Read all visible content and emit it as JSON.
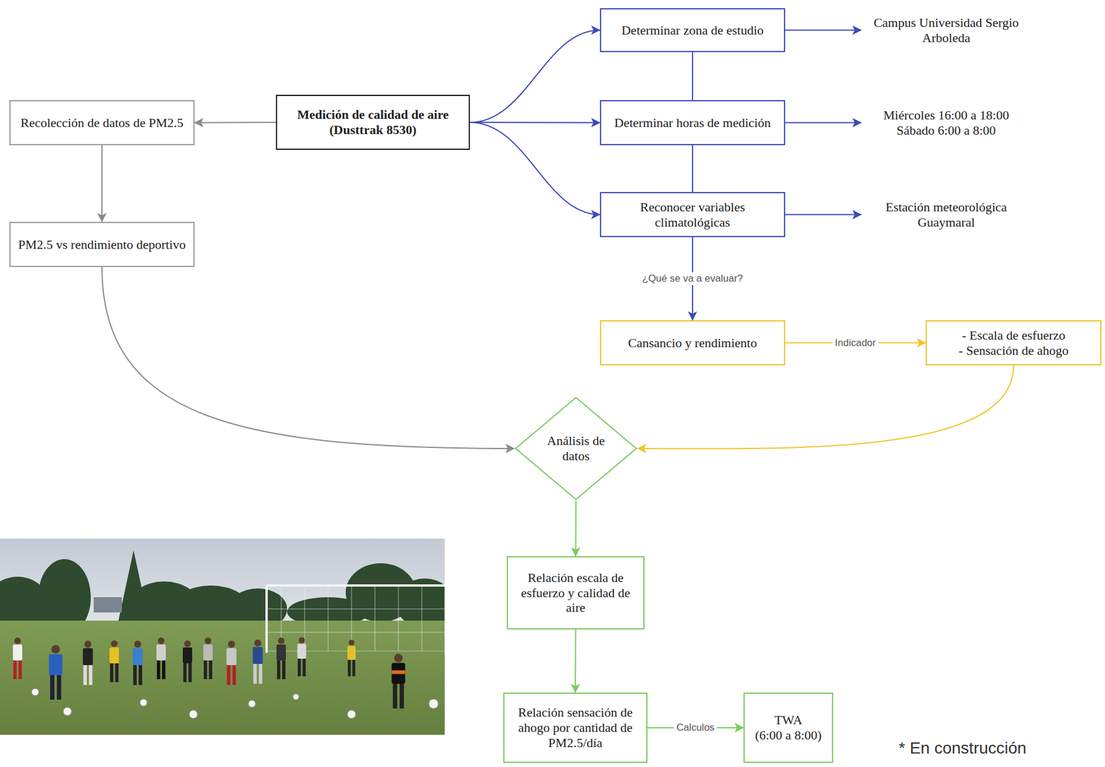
{
  "diagram": {
    "nodes": [
      {
        "text": [
          "Determinar zona de estudio"
        ]
      },
      {
        "text": [
          "Campus Universidad Sergio Arboleda"
        ]
      },
      {
        "text": [
          "Recolección de datos de PM2.5"
        ]
      },
      {
        "text": [
          "Medición de calidad de aire (Dusttrak 8530)"
        ]
      },
      {
        "text": [
          "Determinar horas de medición"
        ]
      },
      {
        "text": [
          "Miércoles 16:00 a 18:00",
          "Sábado 6:00 a 8:00"
        ]
      },
      {
        "text": [
          "Reconocer variables climatológicas"
        ]
      },
      {
        "text": [
          "Estación meteorológica Guaymaral"
        ]
      },
      {
        "text": [
          "PM2.5 vs rendimiento deportivo"
        ]
      },
      {
        "text": [
          "Cansancio y rendimiento"
        ]
      },
      {
        "text": [
          "- Escala de esfuerzo",
          "- Sensación de ahogo"
        ]
      },
      {
        "text": [
          "Análisis de datos"
        ]
      },
      {
        "text": [
          "Relación escala de esfuerzo y calidad de aire"
        ]
      },
      {
        "text": [
          "Relación sensación de ahogo por cantidad de PM2.5/día"
        ]
      },
      {
        "text": [
          "TWA",
          "(6:00 a 8:00)"
        ]
      }
    ],
    "edges": [
      {
        "from": 3,
        "to": 2,
        "arrow": "to"
      },
      {
        "from": 2,
        "to": 8,
        "arrow": "to"
      },
      {
        "from": 3,
        "to": 0,
        "arrow": "to"
      },
      {
        "from": 3,
        "to": 4,
        "arrow": "to"
      },
      {
        "from": 3,
        "to": 6,
        "arrow": "to"
      },
      {
        "from": 0,
        "to": 1,
        "arrow": "to"
      },
      {
        "from": 4,
        "to": 5,
        "arrow": "to"
      },
      {
        "from": 6,
        "to": 7,
        "arrow": "to"
      },
      {
        "from": 0,
        "to": 4,
        "arrow": "none"
      },
      {
        "from": 4,
        "to": 6,
        "arrow": "none"
      },
      {
        "from": 6,
        "to": 9,
        "label": "¿Qué se va a evaluar?",
        "arrow": "to"
      },
      {
        "from": 9,
        "to": 10,
        "label": "Indicador",
        "arrow": "to"
      },
      {
        "from": 8,
        "to": 11,
        "arrow": "to"
      },
      {
        "from": 10,
        "to": 11,
        "arrow": "to"
      },
      {
        "from": 11,
        "to": 12,
        "arrow": "to"
      },
      {
        "from": 12,
        "to": 13,
        "arrow": "to"
      },
      {
        "from": 13,
        "to": 14,
        "label": "Calculos",
        "arrow": "to"
      }
    ],
    "labels": [
      "* En construcción"
    ]
  }
}
